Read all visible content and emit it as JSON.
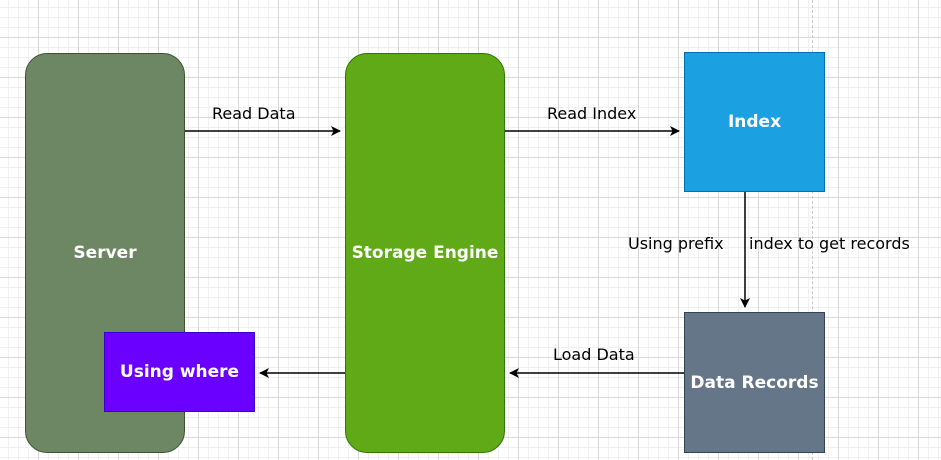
{
  "nodes": {
    "server": "Server",
    "storage_engine": "Storage Engine",
    "index": "Index",
    "data_records": "Data Records",
    "using_where": "Using where"
  },
  "edges": {
    "server_to_engine": "Read Data",
    "engine_to_index": "Read Index",
    "index_to_records_left": "Using prefix",
    "index_to_records_right": "index to get records",
    "records_to_engine": "Load Data"
  },
  "colors": {
    "server": "#6d8764",
    "storage_engine": "#60a917",
    "index": "#1ba1e2",
    "data_records": "#647687",
    "using_where": "#6a00ff"
  }
}
